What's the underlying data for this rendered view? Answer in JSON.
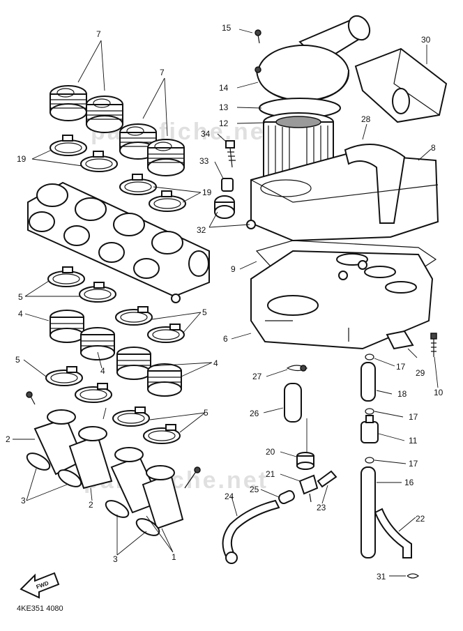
{
  "diagram": {
    "code": "4KE351 4080",
    "arrow_text": "FWD",
    "watermark": "partsfiche.net",
    "callouts": [
      {
        "id": "7a",
        "text": "7"
      },
      {
        "id": "7b",
        "text": "7"
      },
      {
        "id": "15",
        "text": "15"
      },
      {
        "id": "30",
        "text": "30"
      },
      {
        "id": "14",
        "text": "14"
      },
      {
        "id": "13",
        "text": "13"
      },
      {
        "id": "12",
        "text": "12"
      },
      {
        "id": "28",
        "text": "28"
      },
      {
        "id": "8",
        "text": "8"
      },
      {
        "id": "34",
        "text": "34"
      },
      {
        "id": "33",
        "text": "33"
      },
      {
        "id": "19a",
        "text": "19"
      },
      {
        "id": "19b",
        "text": "19"
      },
      {
        "id": "32",
        "text": "32"
      },
      {
        "id": "9",
        "text": "9"
      },
      {
        "id": "5a",
        "text": "5"
      },
      {
        "id": "4a",
        "text": "4"
      },
      {
        "id": "5b",
        "text": "5"
      },
      {
        "id": "6",
        "text": "6"
      },
      {
        "id": "5c",
        "text": "5"
      },
      {
        "id": "4b",
        "text": "4"
      },
      {
        "id": "4c",
        "text": "4"
      },
      {
        "id": "17a",
        "text": "17"
      },
      {
        "id": "29",
        "text": "29"
      },
      {
        "id": "27",
        "text": "27"
      },
      {
        "id": "18",
        "text": "18"
      },
      {
        "id": "10",
        "text": "10"
      },
      {
        "id": "26",
        "text": "26"
      },
      {
        "id": "17b",
        "text": "17"
      },
      {
        "id": "5d",
        "text": "5"
      },
      {
        "id": "11",
        "text": "11"
      },
      {
        "id": "2a",
        "text": "2"
      },
      {
        "id": "20",
        "text": "20"
      },
      {
        "id": "17c",
        "text": "17"
      },
      {
        "id": "21",
        "text": "21"
      },
      {
        "id": "16",
        "text": "16"
      },
      {
        "id": "3a",
        "text": "3"
      },
      {
        "id": "2b",
        "text": "2"
      },
      {
        "id": "25",
        "text": "25"
      },
      {
        "id": "23",
        "text": "23"
      },
      {
        "id": "24",
        "text": "24"
      },
      {
        "id": "22",
        "text": "22"
      },
      {
        "id": "3b",
        "text": "3"
      },
      {
        "id": "1",
        "text": "1"
      },
      {
        "id": "31",
        "text": "31"
      }
    ]
  }
}
